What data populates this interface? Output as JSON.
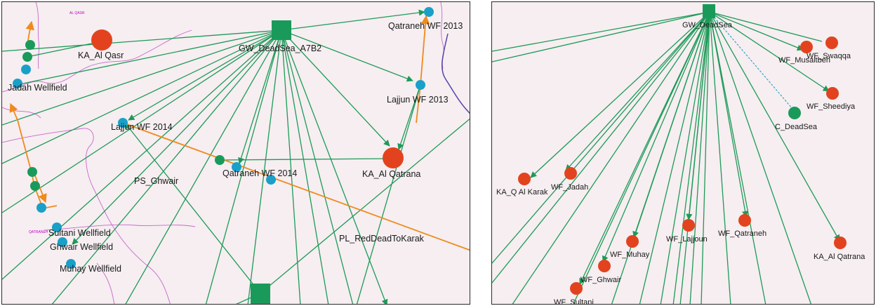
{
  "colors": {
    "background": "#f6eef1",
    "pipe_link": "#1e9a58",
    "conveyance": "#f08a1c",
    "demand_site": "#e2431e",
    "supply_node": "#1a9a5a",
    "wellfield": "#1aa0c8",
    "boundary": "#cc66cc",
    "river": "#5544aa",
    "dashed_link": "#3aa6c8"
  },
  "left_map": {
    "labels": {
      "ka_al_qasr": "KA_Al Qasr",
      "gw_deadsea_a7b2": "GW_DeadSea_A7B2",
      "qatraneh_wf_2013": "Qatraneh WF 2013",
      "jadah_wellfield": "Jadah Wellfield",
      "lajjun_wf_2013": "Lajjun WF 2013",
      "lajjun_wf_2014": "Lajjun WF 2014",
      "qatraneh_wf_2014": "Qatraneh WF 2014",
      "ka_al_qatrana": "KA_Al Qatrana",
      "ps_ghwair": "PS_Ghwair",
      "sultani_wellfield": "Sultani Wellfield",
      "ghwair_wellfield": "Ghwair Wellfield",
      "muhay_wellfield": "Muhay Wellfield",
      "pl_reddeadtokarak": "PL_RedDeadToKarak",
      "al_qasr_small": "AL QASR",
      "qatraneh_small": "QATRANEH"
    }
  },
  "right_map": {
    "labels": {
      "gw_deadsea": "GW_DeadSea",
      "wf_swaqqa": "WF_Swaqqa",
      "wf_musaitbeh": "WF_Musaitbeh",
      "wf_sheediya": "WF_Sheediya",
      "c_deadsea": "C_DeadSea",
      "ka_q_al_karak": "KA_Q Al Karak",
      "wf_jadah": "WF_Jadah",
      "wf_lajjoun": "WF_Lajjoun",
      "wf_qatraneh": "WF_Qatraneh",
      "wf_muhay": "WF_Muhay",
      "wf_ghwair": "WF_Ghwair",
      "wf_sultani": "WF_Sultani",
      "ka_al_qatrana": "KA_Al Qatrana"
    }
  }
}
